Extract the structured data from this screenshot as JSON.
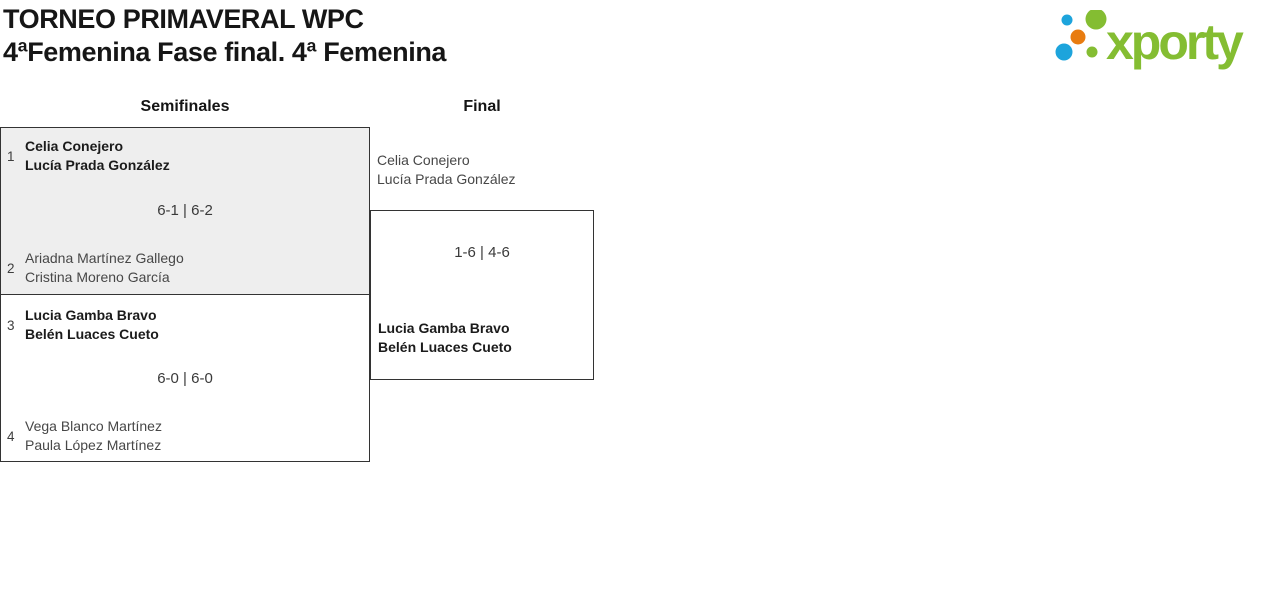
{
  "header": {
    "title": "TORNEO PRIMAVERAL WPC",
    "subtitle": "4ªFemenina Fase final. 4ª Femenina"
  },
  "logo": {
    "text": "xporty",
    "colors": {
      "green": "#84bd32",
      "blue": "#1da4dc",
      "orange": "#e87c10"
    }
  },
  "bracket": {
    "columns": [
      {
        "label": "Semifinales"
      },
      {
        "label": "Final"
      }
    ],
    "colors": {
      "highlight_box_fill": "#eeeeee",
      "box_border": "#333333"
    },
    "semifinal_1": {
      "seed_top": "1",
      "team_top": [
        "Celia Conejero",
        "Lucía Prada González"
      ],
      "score": "6-1 | 6-2",
      "seed_bottom": "2",
      "team_bottom": [
        "Ariadna Martínez Gallego",
        "Cristina Moreno García"
      ]
    },
    "semifinal_2": {
      "seed_top": "3",
      "team_top": [
        "Lucia Gamba Bravo",
        "Belén Luaces Cueto"
      ],
      "score": "6-0 | 6-0",
      "seed_bottom": "4",
      "team_bottom": [
        "Vega Blanco Martínez",
        "Paula López Martínez"
      ]
    },
    "final": {
      "team_top": [
        "Celia Conejero",
        "Lucía Prada González"
      ],
      "score": "1-6 | 4-6",
      "team_bottom": [
        "Lucia Gamba Bravo",
        "Belén Luaces Cueto"
      ]
    }
  }
}
